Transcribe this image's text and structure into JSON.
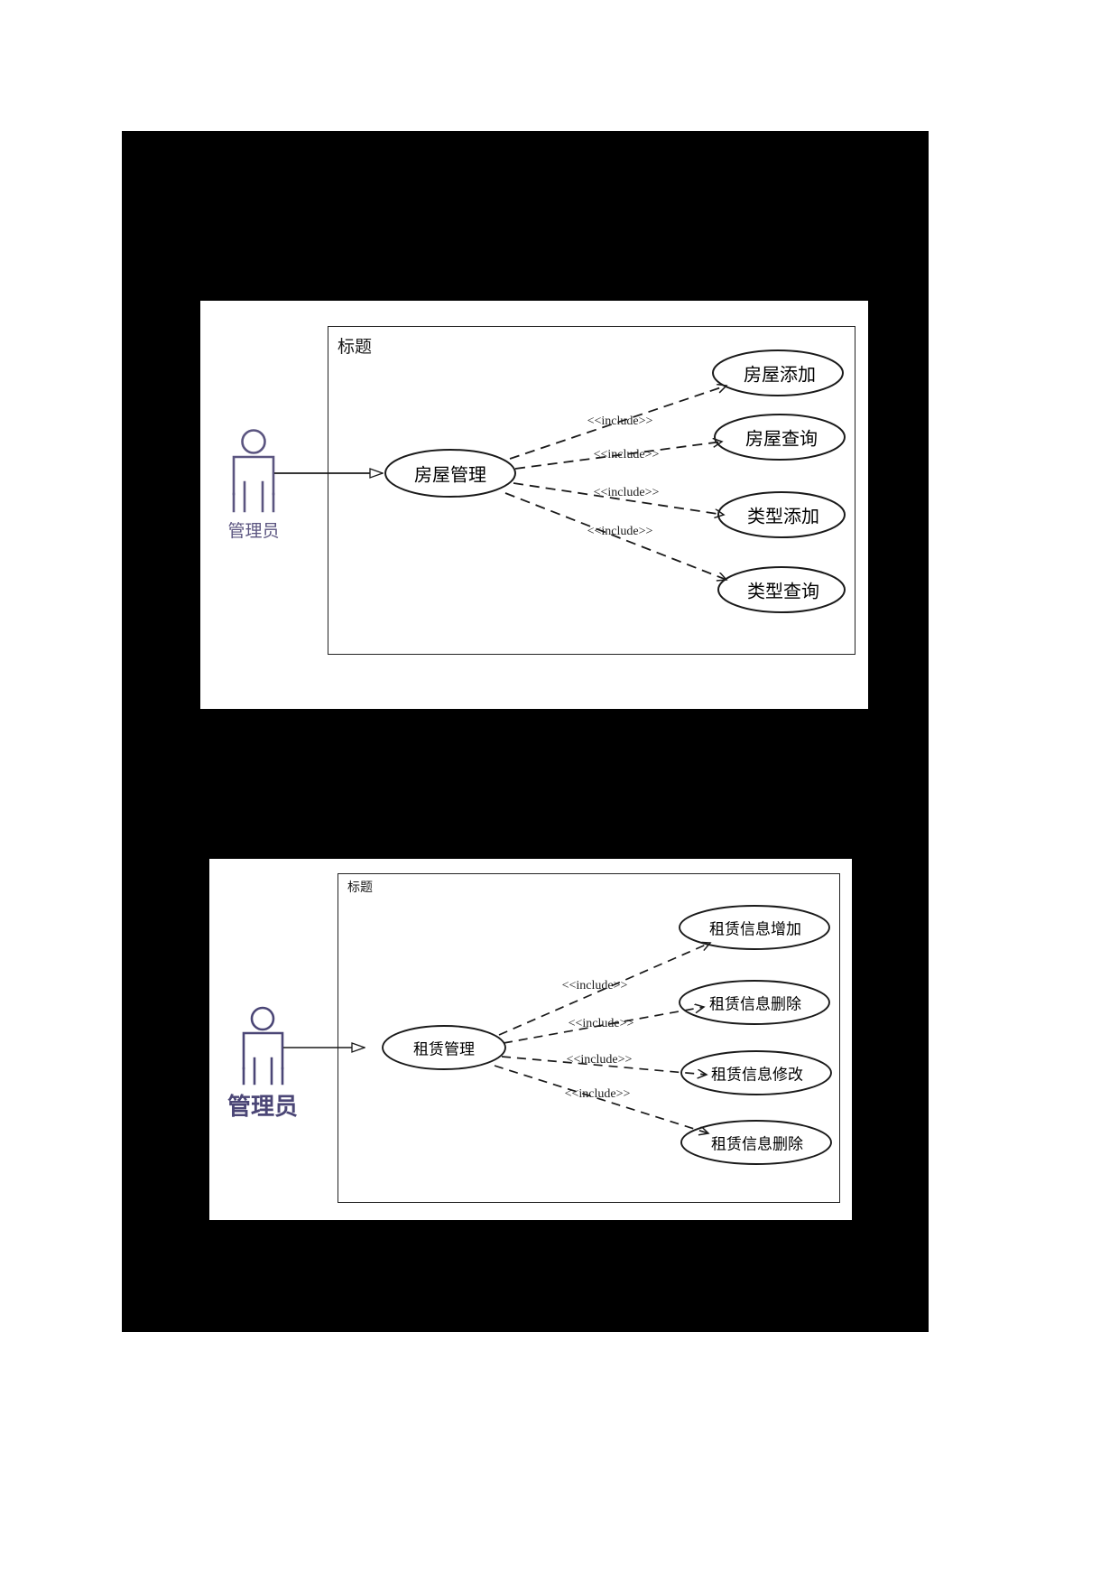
{
  "document": {
    "page_background": "#ffffff",
    "band_color": "#000000"
  },
  "diagrams": [
    {
      "id": "house-management-usecase",
      "system_title": "标题",
      "actor": {
        "name": "管理员",
        "color": "#5b5580"
      },
      "main_usecase": "房屋管理",
      "relationship_label": "<<include>>",
      "included_usecases": [
        "房屋添加",
        "房屋查询",
        "类型添加",
        "类型查询"
      ]
    },
    {
      "id": "rental-management-usecase",
      "system_title": "标题",
      "actor": {
        "name": "管理员",
        "color": "#4b4676"
      },
      "main_usecase": "租赁管理",
      "relationship_label": "<<include>>",
      "included_usecases": [
        "租赁信息增加",
        "租赁信息删除",
        "租赁信息修改",
        "租赁信息删除"
      ]
    }
  ],
  "colors": {
    "stroke": "#222222",
    "actor_stroke": "#5b5580",
    "actor_stroke_bottom": "#4b4676",
    "text": "#000000"
  }
}
